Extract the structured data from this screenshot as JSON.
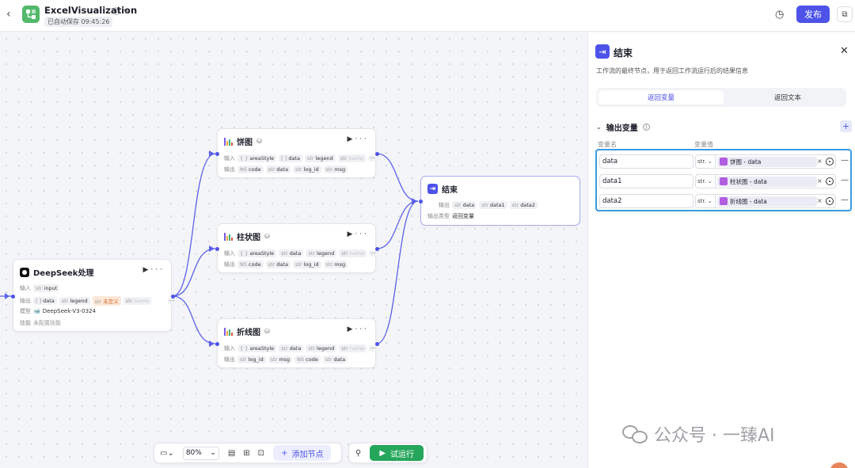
{
  "header": {
    "back_icon": "chevron-left-icon",
    "title": "ExcelVisualization",
    "save_status": "已自动保存 09:45:26",
    "publish_label": "发布"
  },
  "canvas": {
    "nodes": {
      "deepseek": {
        "title": "DeepSeek处理",
        "input_label": "输入",
        "input": "input",
        "output_label": "输出",
        "outputs": [
          {
            "type": "[ ]",
            "name": "data"
          },
          {
            "type": "str",
            "name": "legend"
          },
          {
            "type": "str",
            "name": "未定义"
          },
          {
            "type": "str",
            "name": "name"
          }
        ],
        "model_label": "模型",
        "model": "DeepSeek-V3-0324",
        "skill_label": "技能",
        "skill": "未配置技能"
      },
      "pie": {
        "title": "饼图",
        "input_label": "输入",
        "inputs": [
          {
            "type": "{ }",
            "name": "areaStyle"
          },
          {
            "type": "[ ]",
            "name": "data"
          },
          {
            "type": "str",
            "name": "legend"
          },
          {
            "type": "str",
            "name": "name"
          }
        ],
        "output_label": "输出",
        "outputs": [
          {
            "type": "NS",
            "name": "code"
          },
          {
            "type": "str",
            "name": "data"
          },
          {
            "type": "str",
            "name": "log_id"
          },
          {
            "type": "str",
            "name": "msg"
          }
        ]
      },
      "bar": {
        "title": "柱状图",
        "input_label": "输入",
        "inputs": [
          {
            "type": "{ }",
            "name": "areaStyle"
          },
          {
            "type": "str",
            "name": "data"
          },
          {
            "type": "str",
            "name": "legend"
          },
          {
            "type": "str",
            "name": "name"
          }
        ],
        "output_label": "输出",
        "outputs": [
          {
            "type": "NS",
            "name": "code"
          },
          {
            "type": "str",
            "name": "data"
          },
          {
            "type": "str",
            "name": "log_id"
          },
          {
            "type": "str",
            "name": "msg"
          }
        ]
      },
      "line": {
        "title": "折线图",
        "input_label": "输入",
        "inputs": [
          {
            "type": "{ }",
            "name": "areaStyle"
          },
          {
            "type": "str",
            "name": "data"
          },
          {
            "type": "str",
            "name": "legend"
          },
          {
            "type": "str",
            "name": "name"
          }
        ],
        "output_label": "输出",
        "outputs": [
          {
            "type": "str",
            "name": "log_id"
          },
          {
            "type": "str",
            "name": "msg"
          },
          {
            "type": "NS",
            "name": "code"
          },
          {
            "type": "str",
            "name": "data"
          }
        ]
      },
      "end": {
        "title": "结束",
        "output_label": "输出",
        "outputs": [
          {
            "type": "str",
            "name": "data"
          },
          {
            "type": "str",
            "name": "data1"
          },
          {
            "type": "str",
            "name": "data2"
          }
        ],
        "mode_label": "输出类型",
        "mode": "返回变量"
      }
    }
  },
  "toolbar": {
    "zoom": "80%",
    "add_node_label": "添加节点",
    "run_label": "试运行"
  },
  "panel": {
    "title": "结束",
    "description": "工作流的最终节点，用于返回工作流运行后的结果信息",
    "tabs": [
      "返回变量",
      "返回文本"
    ],
    "section_title": "输出变量",
    "col_name": "变量名",
    "col_value": "变量值",
    "variables": [
      {
        "name": "data",
        "type": "str.",
        "ref": "饼图 - data"
      },
      {
        "name": "data1",
        "type": "str.",
        "ref": "柱状图 - data"
      },
      {
        "name": "data2",
        "type": "str.",
        "ref": "折线图 - data"
      }
    ]
  },
  "watermark": "公众号 · 一臻AI",
  "colors": {
    "accent": "#4d53e8",
    "run": "#26a65b",
    "logo": "#52b96b",
    "warn_bg": "#fde8d9",
    "selection": "#3a9be0"
  }
}
